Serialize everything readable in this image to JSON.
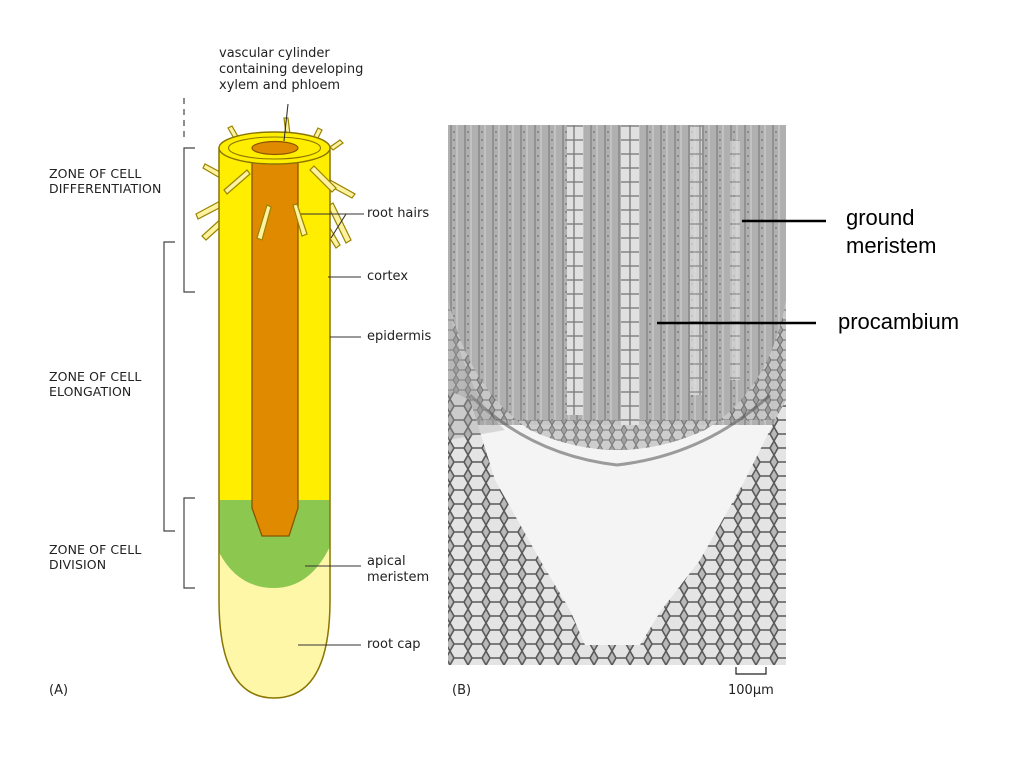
{
  "panel_a": {
    "panel_label": "(A)",
    "top_label": [
      "vascular cylinder",
      "containing developing",
      "xylem and phloem"
    ],
    "zones": [
      {
        "lines": [
          "ZONE OF CELL",
          "DIFFERENTIATION"
        ]
      },
      {
        "lines": [
          "ZONE OF CELL",
          "ELONGATION"
        ]
      },
      {
        "lines": [
          "ZONE OF CELL",
          "DIVISION"
        ]
      }
    ],
    "parts": {
      "root_hairs": "root hairs",
      "cortex": "cortex",
      "epidermis": "epidermis",
      "apical_meristem": [
        "apical",
        "meristem"
      ],
      "root_cap": "root cap"
    },
    "colors": {
      "vascular": "#e08a00",
      "cortex": "#ffee00",
      "meristem": "#8cc850",
      "root_cap": "#fff7a8"
    }
  },
  "panel_b": {
    "panel_label": "(B)",
    "scale_bar": "100µm",
    "ground_meristem": [
      "ground",
      "meristem"
    ],
    "procambium": "procambium"
  }
}
